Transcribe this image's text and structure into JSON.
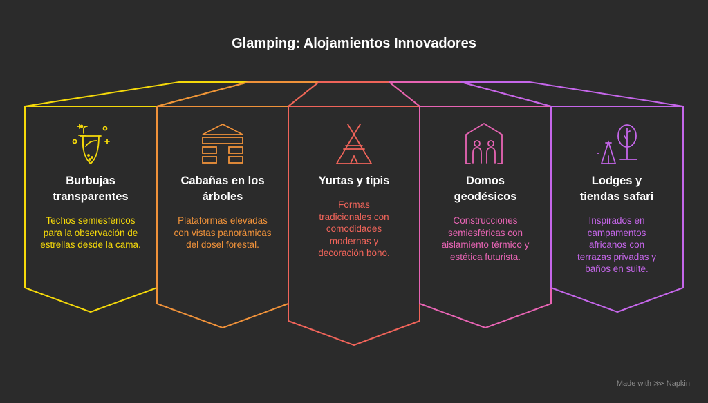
{
  "title": "Glamping: Alojamientos Innovadores",
  "items": [
    {
      "heading": "Burbujas transparentes",
      "text": "Techos semiesféricos para la observación de estrellas desde la cama.",
      "color": "#f5d90a",
      "icon": "bubble-drink-icon"
    },
    {
      "heading": "Cabañas en los árboles",
      "text": "Plataformas elevadas con vistas panorámicas del dosel forestal.",
      "color": "#f0923a",
      "icon": "log-cabin-icon"
    },
    {
      "heading": "Yurtas y tipis",
      "text": "Formas tradicionales con comodidades modernas y decoración boho.",
      "color": "#f0645a",
      "icon": "tipi-icon"
    },
    {
      "heading": "Domos geodésicos",
      "text": "Construcciones semiesféricas con aislamiento térmico y estética futurista.",
      "color": "#e864b4",
      "icon": "house-people-icon"
    },
    {
      "heading": "Lodges y tiendas safari",
      "text": "Inspirados en campamentos africanos con terrazas privadas y baños en suite.",
      "color": "#c566ea",
      "icon": "tent-tree-icon"
    }
  ],
  "footer": "Made with ⋙ Napkin"
}
